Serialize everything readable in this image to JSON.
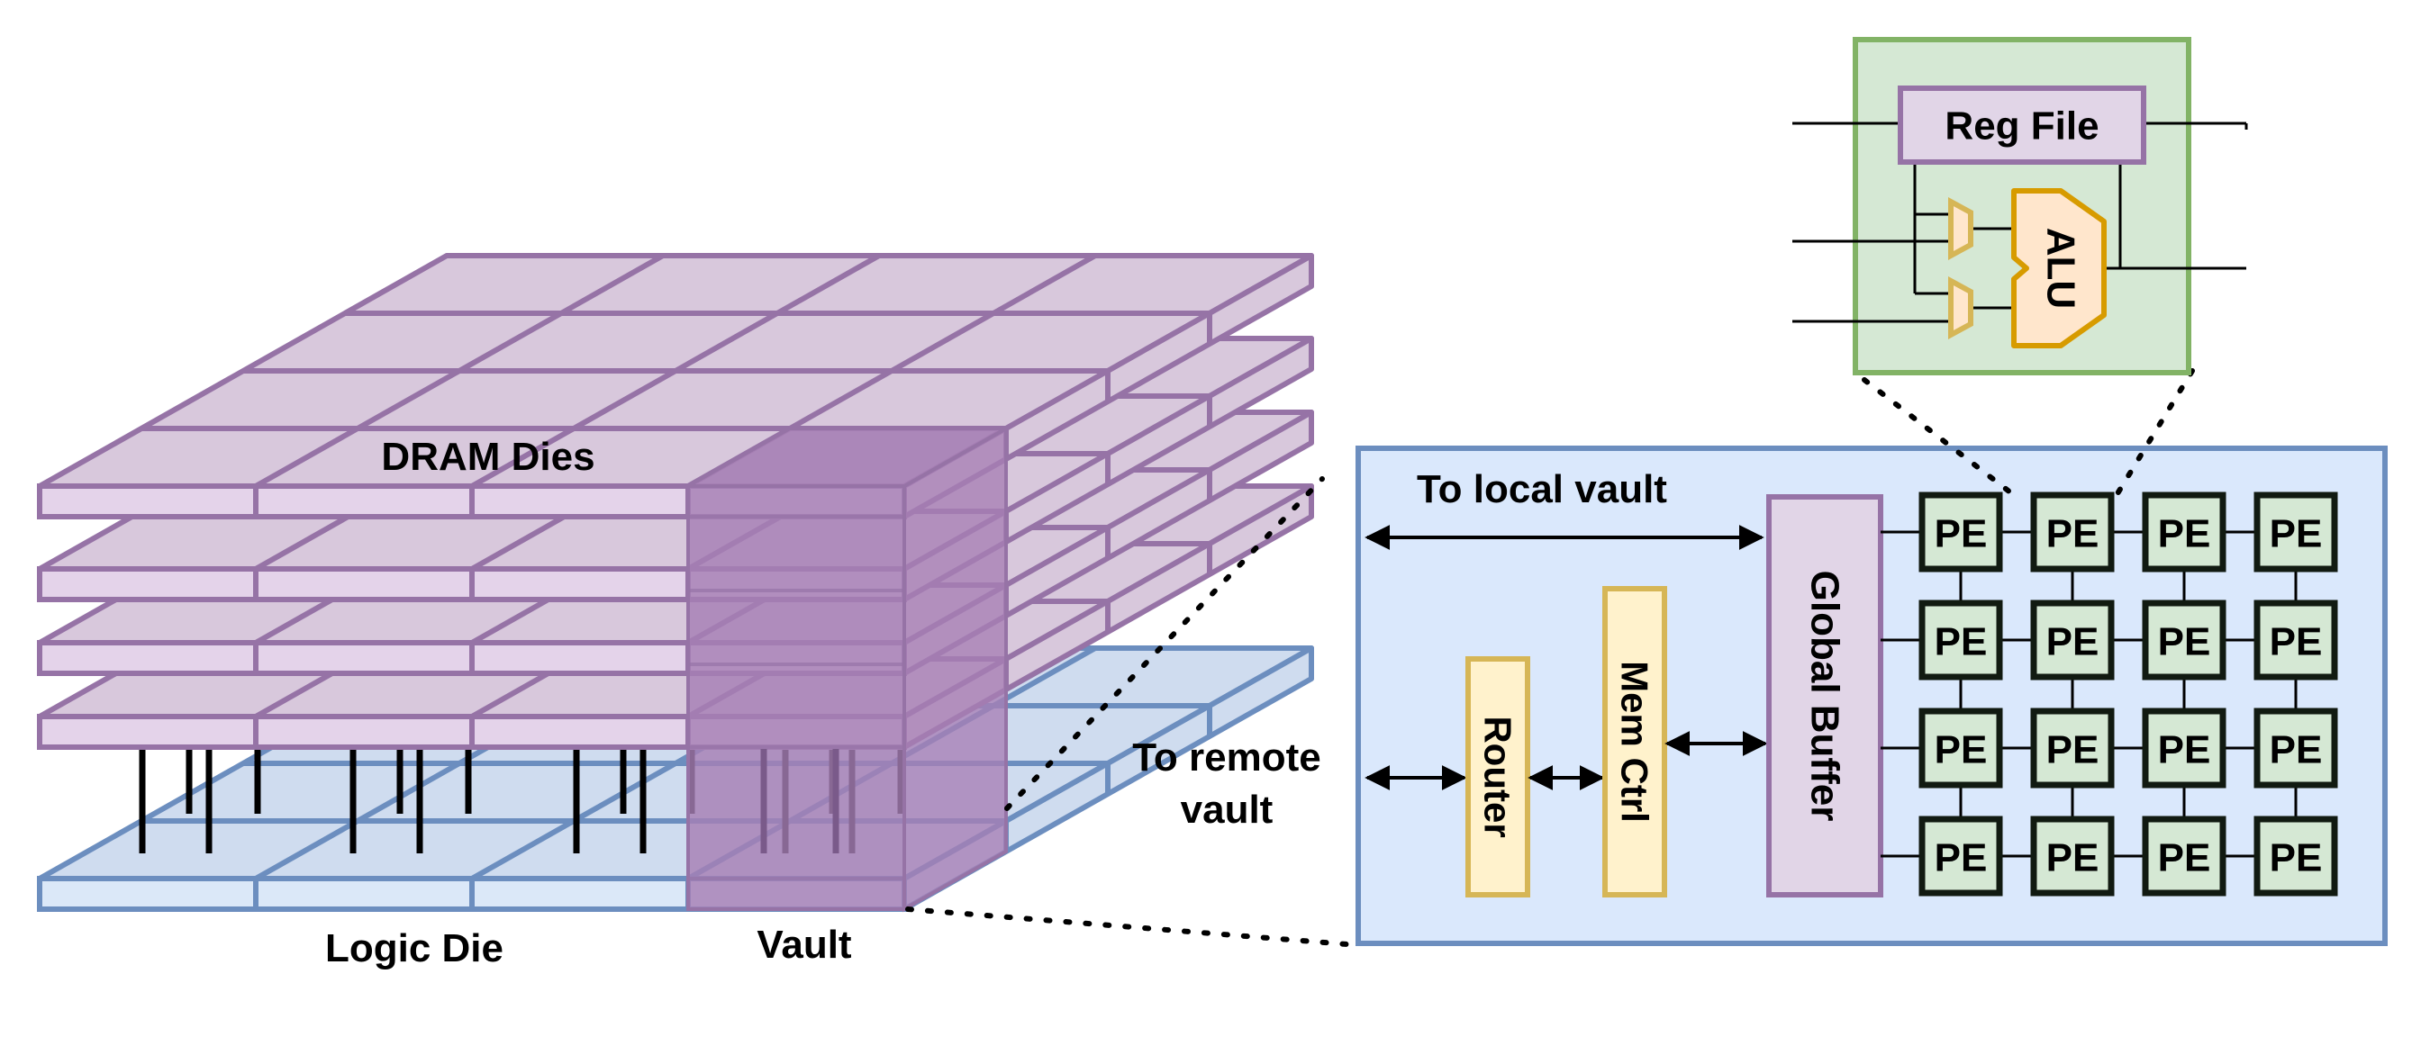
{
  "labels": {
    "dram_dies": "DRAM Dies",
    "logic_die": "Logic Die",
    "vault": "Vault",
    "to_local_vault": "To local vault",
    "to_remote_line1": "To remote",
    "to_remote_line2": "vault",
    "router": "Router",
    "mem_ctrl": "Mem Ctrl",
    "global_buffer": "Global Buffer",
    "reg_file": "Reg File",
    "alu": "ALU",
    "pe": "PE"
  },
  "pe_array": {
    "rows": 4,
    "cols": 4
  },
  "colors": {
    "dram_fill": "#d8c8dc",
    "dram_stroke": "#9673a6",
    "vault_fill": "#a67fb5",
    "logic_fill": "#cfdcef",
    "logic_stroke": "#6c8ebf",
    "panel_fill": "#dae8fc",
    "pe_fill": "#d5e8d4",
    "pe_panel_stroke": "#82b366",
    "router_fill": "#fff2cc",
    "router_stroke": "#d6b656",
    "alu_fill": "#ffe6cc",
    "alu_stroke": "#d79b00"
  }
}
